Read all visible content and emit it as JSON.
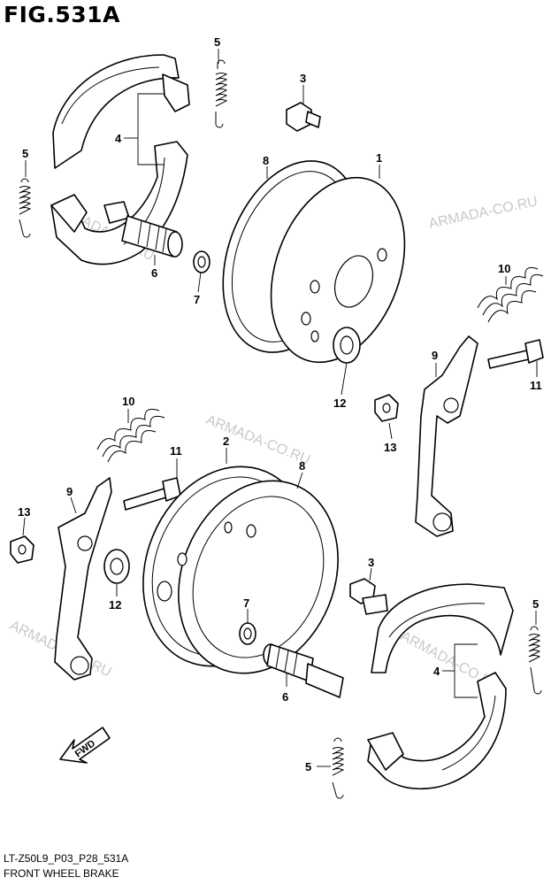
{
  "figure": {
    "title": "FIG.531A",
    "code": "LT-Z50L9_P03_P28_531A",
    "caption": "FRONT WHEEL BRAKE"
  },
  "watermark": "ARMADA-CO.RU",
  "fwd_label": "FWD",
  "callouts": [
    {
      "id": "c5a",
      "label": "5"
    },
    {
      "id": "c3a",
      "label": "3"
    },
    {
      "id": "c4a",
      "label": "4"
    },
    {
      "id": "c5b",
      "label": "5"
    },
    {
      "id": "c8a",
      "label": "8"
    },
    {
      "id": "c1",
      "label": "1"
    },
    {
      "id": "c6a",
      "label": "6"
    },
    {
      "id": "c7a",
      "label": "7"
    },
    {
      "id": "c10a",
      "label": "10"
    },
    {
      "id": "c9a",
      "label": "9"
    },
    {
      "id": "c11a",
      "label": "11"
    },
    {
      "id": "c12a",
      "label": "12"
    },
    {
      "id": "c13a",
      "label": "13"
    },
    {
      "id": "c10b",
      "label": "10"
    },
    {
      "id": "c2",
      "label": "2"
    },
    {
      "id": "c11b",
      "label": "11"
    },
    {
      "id": "c8b",
      "label": "8"
    },
    {
      "id": "c9b",
      "label": "9"
    },
    {
      "id": "c13b",
      "label": "13"
    },
    {
      "id": "c3b",
      "label": "3"
    },
    {
      "id": "c12b",
      "label": "12"
    },
    {
      "id": "c7b",
      "label": "7"
    },
    {
      "id": "c5c",
      "label": "5"
    },
    {
      "id": "c4b",
      "label": "4"
    },
    {
      "id": "c6b",
      "label": "6"
    },
    {
      "id": "c5d",
      "label": "5"
    }
  ]
}
